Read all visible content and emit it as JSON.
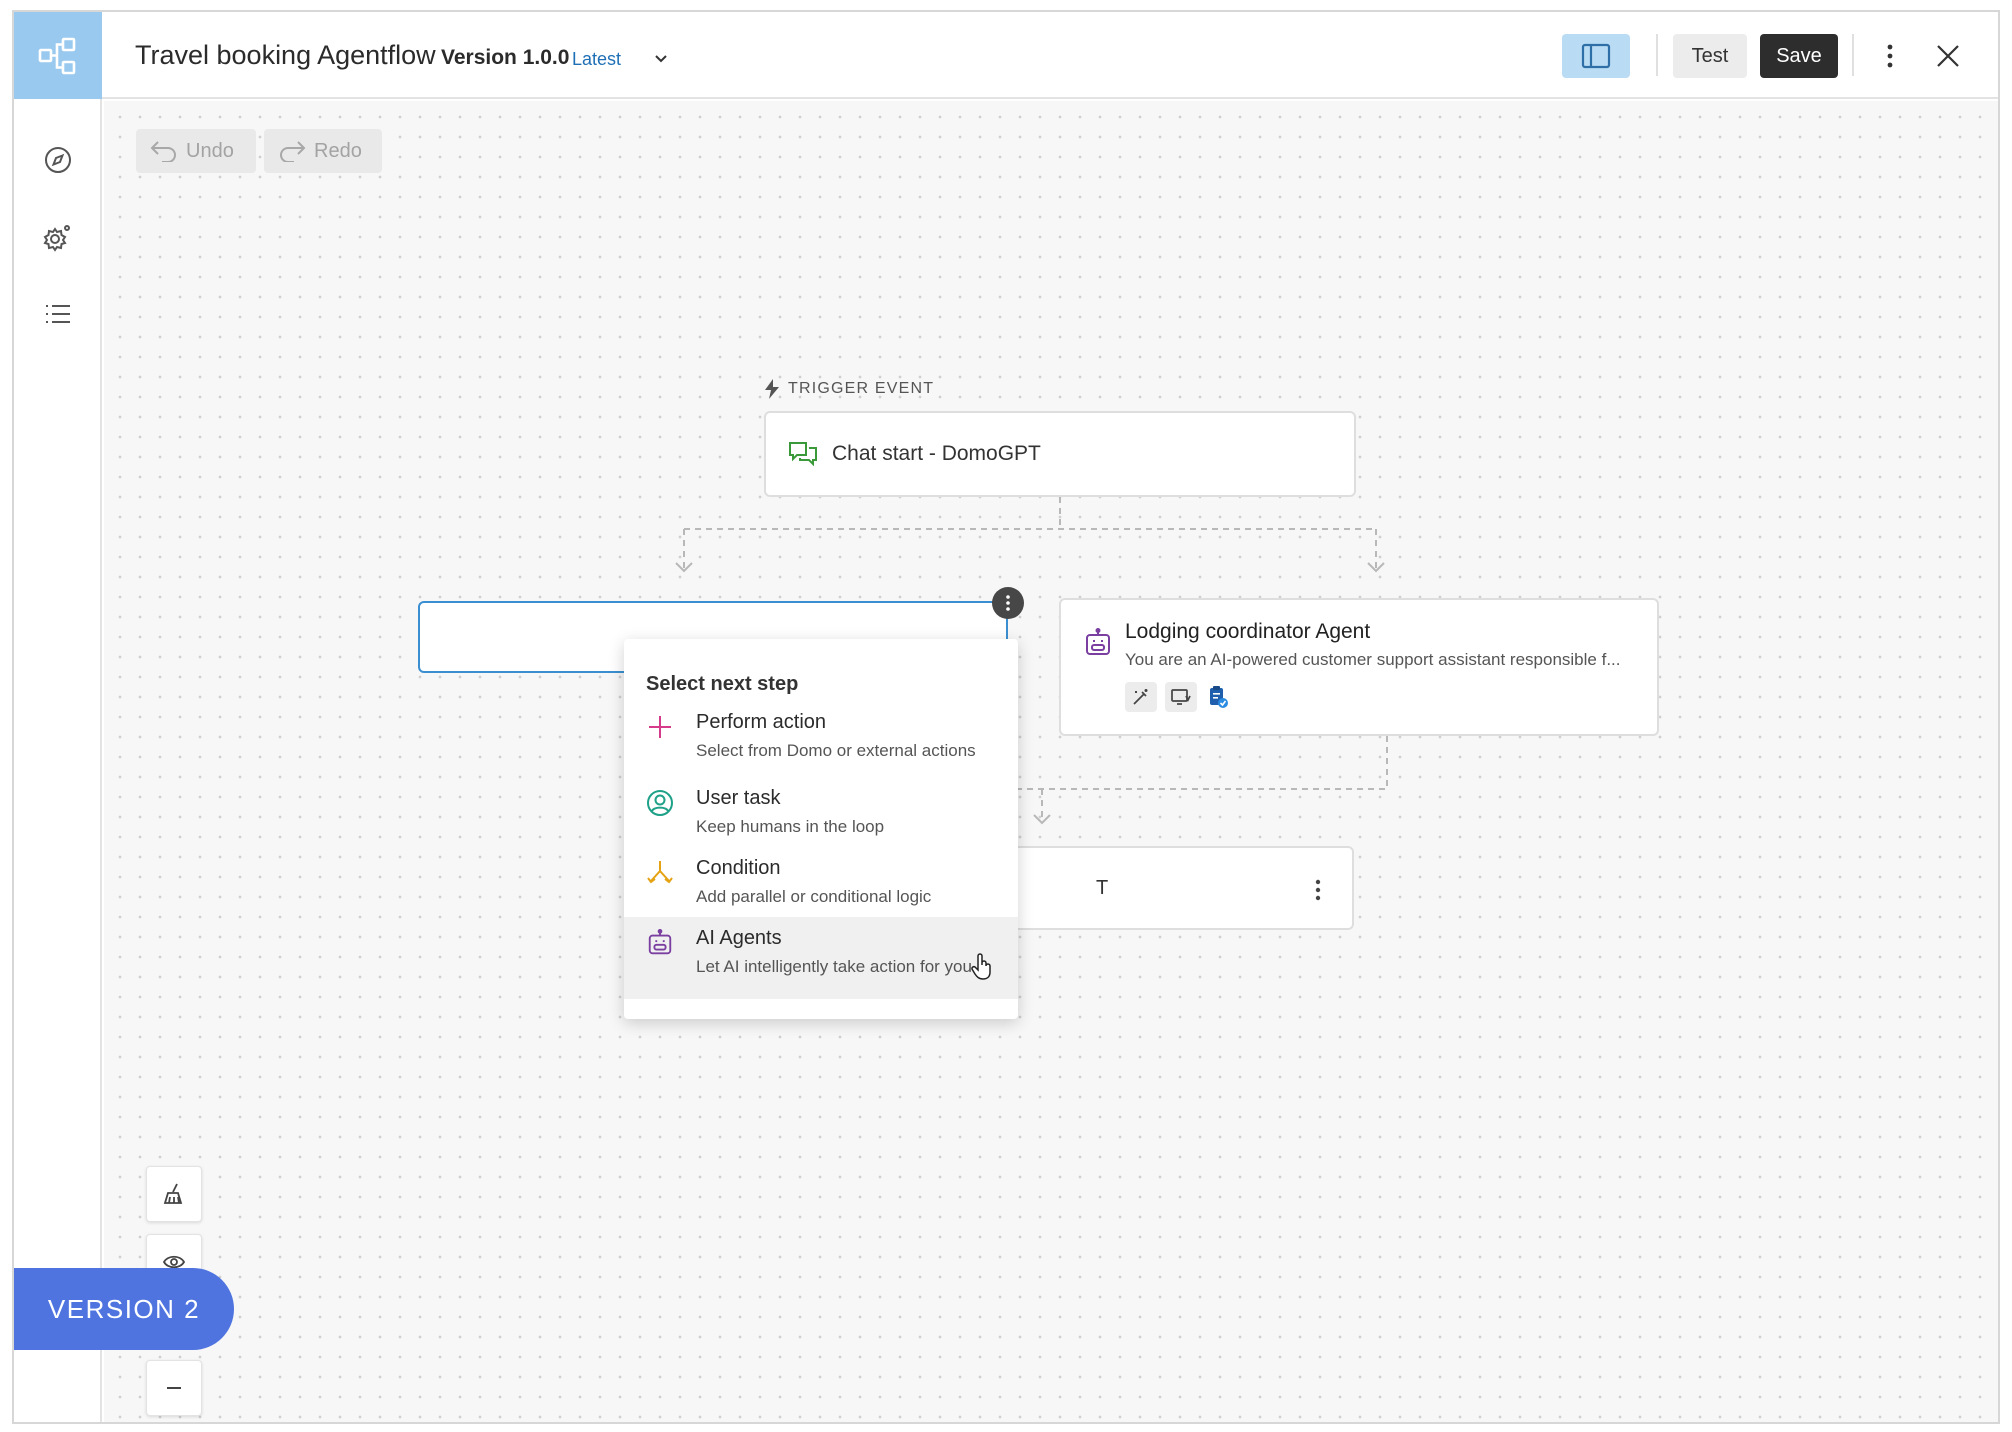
{
  "header": {
    "title": "Travel booking Agentflow",
    "version": "Version 1.0.0",
    "latest_label": "Latest",
    "test_label": "Test",
    "save_label": "Save"
  },
  "toolbar": {
    "undo_label": "Undo",
    "redo_label": "Redo"
  },
  "canvas": {
    "trigger_label": "TRIGGER EVENT",
    "trigger_node": "Chat start - DomoGPT",
    "agent_node": {
      "title": "Lodging coordinator Agent",
      "description": "You are an AI-powered customer support assistant responsible f..."
    },
    "bottom_node_text": "T"
  },
  "next_step_menu": {
    "title": "Select next step",
    "items": [
      {
        "label": "Perform action",
        "description": "Select from Domo or external actions",
        "icon": "plus-icon",
        "color": "#d63a8a"
      },
      {
        "label": "User task",
        "description": "Keep humans in the loop",
        "icon": "user-circle-icon",
        "color": "#1ea188"
      },
      {
        "label": "Condition",
        "description": "Add parallel or conditional logic",
        "icon": "branch-icon",
        "color": "#e5a213"
      },
      {
        "label": "AI Agents",
        "description": "Let AI intelligently take action for you",
        "icon": "robot-icon",
        "color": "#7a3fa0"
      }
    ]
  },
  "version_badge": "VERSION 2",
  "colors": {
    "accent_blue": "#3b8fd1",
    "logo_bg": "#99c9ee",
    "badge_bg": "#4f74e0",
    "save_bg": "#2d2d2d"
  }
}
